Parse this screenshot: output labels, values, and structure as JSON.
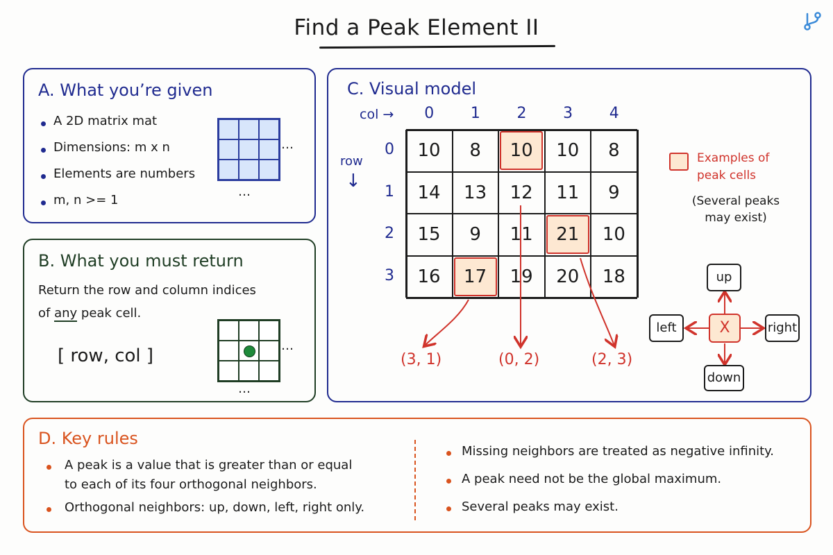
{
  "title": "Find a Peak Element II",
  "panel_a": {
    "heading": "A. What you’re given",
    "bullets": [
      "A 2D matrix mat",
      "Dimensions: m x n",
      "Elements are numbers",
      "m, n >= 1"
    ],
    "ellipsis_right": "…",
    "ellipsis_bottom": "…"
  },
  "panel_b": {
    "heading": "B. What you must return",
    "line1": "Return the row and column indices",
    "line2_pre": "of ",
    "line2_em": "any",
    "line2_post": " peak cell.",
    "answer_format": "[ row, col ]",
    "ellipsis_right": "…",
    "ellipsis_bottom": "…"
  },
  "panel_c": {
    "heading": "C. Visual model",
    "col_label": "col →",
    "row_label": "row",
    "row_arrow": "↓",
    "col_indices": [
      "0",
      "1",
      "2",
      "3",
      "4"
    ],
    "row_indices": [
      "0",
      "1",
      "2",
      "3"
    ],
    "matrix": [
      [
        "10",
        "8",
        "10",
        "10",
        "8"
      ],
      [
        "14",
        "13",
        "12",
        "11",
        "9"
      ],
      [
        "15",
        "9",
        "11",
        "21",
        "10"
      ],
      [
        "16",
        "17",
        "19",
        "20",
        "18"
      ]
    ],
    "peaks": [
      {
        "row": 3,
        "col": 1,
        "label": "(3, 1)"
      },
      {
        "row": 0,
        "col": 2,
        "label": "(0, 2)"
      },
      {
        "row": 2,
        "col": 3,
        "label": "(2, 3)"
      }
    ],
    "legend": {
      "line1": "Examples of",
      "line2": "peak cells"
    },
    "note": {
      "line1": "(Several peaks",
      "line2": "may exist)"
    },
    "neighbors": {
      "center": "X",
      "up": "up",
      "down": "down",
      "left": "left",
      "right": "right"
    }
  },
  "panel_d": {
    "heading": "D. Key rules",
    "left": [
      {
        "line1": "A peak is a value that is greater than or equal",
        "line2": "to each of its four orthogonal neighbors."
      },
      {
        "line1": "Orthogonal neighbors: up, down, left, right only."
      }
    ],
    "right": [
      "Missing neighbors are treated as negative infinity.",
      "A peak need not be the global maximum.",
      "Several peaks may exist."
    ]
  },
  "colors": {
    "blue": "#1f2a8f",
    "green": "#1f3d24",
    "orange": "#d9531e",
    "red": "#d0332b",
    "peak_fill": "#fde8d2",
    "mini_fill": "#d8e6fb",
    "green_dot": "#1e8a3a"
  },
  "icons": {
    "logo": "branch-logo-icon"
  }
}
